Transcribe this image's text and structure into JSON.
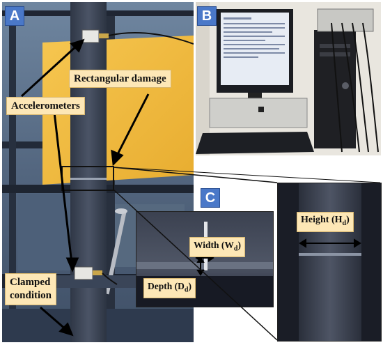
{
  "panels": {
    "a": {
      "letter": "A"
    },
    "b": {
      "letter": "B"
    },
    "c": {
      "letter": "C"
    }
  },
  "labels": {
    "rectangular_damage": "Rectangular damage",
    "accelerometers": "Accelerometers",
    "clamped_line1": "Clamped",
    "clamped_line2": "condition",
    "width_main": "Width (W",
    "width_sub": "d",
    "depth_main": "Depth (D",
    "depth_sub": "d",
    "height_main": "Height (H",
    "height_sub": "d",
    "close_paren": ")"
  },
  "colors": {
    "badge": "#4a78c8",
    "label_bg": "#fde7b6",
    "yellow_board": "#f3bf45",
    "beam": "#3e4656"
  }
}
